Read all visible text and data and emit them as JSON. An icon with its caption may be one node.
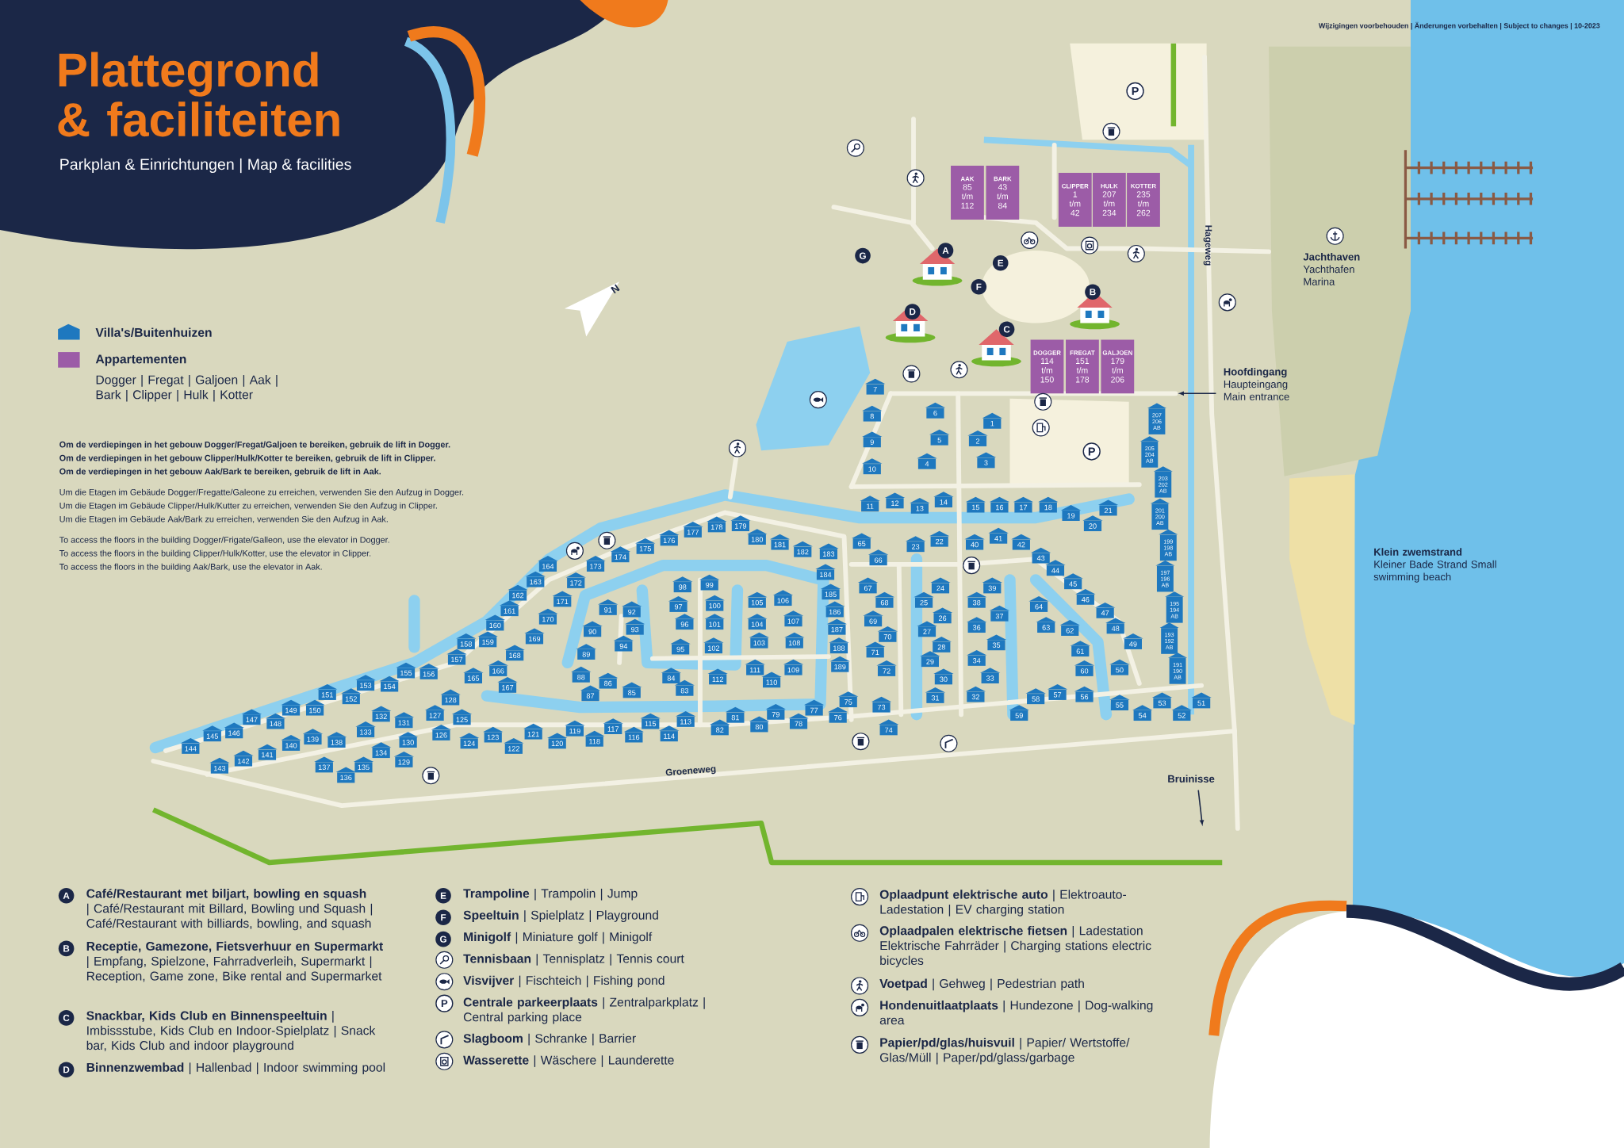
{
  "diagram": {
    "title": "Plattegrond & faciliteiten",
    "nodes": [
      {
        "text": [
          "AAK",
          "85 t/m 112"
        ]
      },
      {
        "text": [
          "BARK",
          "43 t/m 84"
        ]
      },
      {
        "text": [
          "CLIPPER",
          "1 t/m 42"
        ]
      },
      {
        "text": [
          "HULK",
          "207 t/m 234"
        ]
      },
      {
        "text": [
          "KOTTER",
          "235 t/m 262"
        ]
      },
      {
        "text": [
          "DOGGER",
          "114 t/m 150"
        ]
      },
      {
        "text": [
          "FREGAT",
          "151 t/m 178"
        ]
      },
      {
        "text": [
          "GALJOEN",
          "179 t/m 206"
        ]
      },
      {
        "text": [
          "1"
        ]
      },
      {
        "text": [
          "2"
        ]
      },
      {
        "text": [
          "3"
        ]
      },
      {
        "text": [
          "4"
        ]
      },
      {
        "text": [
          "5"
        ]
      },
      {
        "text": [
          "6"
        ]
      },
      {
        "text": [
          "7"
        ]
      },
      {
        "text": [
          "8"
        ]
      },
      {
        "text": [
          "9"
        ]
      },
      {
        "text": [
          "10"
        ]
      },
      {
        "text": [
          "11"
        ]
      },
      {
        "text": [
          "12"
        ]
      },
      {
        "text": [
          "13"
        ]
      },
      {
        "text": [
          "14"
        ]
      },
      {
        "text": [
          "15"
        ]
      },
      {
        "text": [
          "16"
        ]
      },
      {
        "text": [
          "17"
        ]
      },
      {
        "text": [
          "18"
        ]
      },
      {
        "text": [
          "19"
        ]
      },
      {
        "text": [
          "20"
        ]
      },
      {
        "text": [
          "21"
        ]
      },
      {
        "text": [
          "22"
        ]
      },
      {
        "text": [
          "23"
        ]
      },
      {
        "text": [
          "24"
        ]
      },
      {
        "text": [
          "25"
        ]
      },
      {
        "text": [
          "26"
        ]
      },
      {
        "text": [
          "27"
        ]
      },
      {
        "text": [
          "28"
        ]
      },
      {
        "text": [
          "29"
        ]
      },
      {
        "text": [
          "30"
        ]
      },
      {
        "text": [
          "31"
        ]
      },
      {
        "text": [
          "32"
        ]
      },
      {
        "text": [
          "33"
        ]
      },
      {
        "text": [
          "34"
        ]
      },
      {
        "text": [
          "35"
        ]
      },
      {
        "text": [
          "36"
        ]
      },
      {
        "text": [
          "37"
        ]
      },
      {
        "text": [
          "38"
        ]
      },
      {
        "text": [
          "39"
        ]
      },
      {
        "text": [
          "40"
        ]
      },
      {
        "text": [
          "41"
        ]
      },
      {
        "text": [
          "42"
        ]
      },
      {
        "text": [
          "43"
        ]
      },
      {
        "text": [
          "44"
        ]
      },
      {
        "text": [
          "45"
        ]
      },
      {
        "text": [
          "46"
        ]
      },
      {
        "text": [
          "47"
        ]
      },
      {
        "text": [
          "48"
        ]
      },
      {
        "text": [
          "49"
        ]
      },
      {
        "text": [
          "50"
        ]
      },
      {
        "text": [
          "51"
        ]
      },
      {
        "text": [
          "52"
        ]
      },
      {
        "text": [
          "53"
        ]
      },
      {
        "text": [
          "54"
        ]
      },
      {
        "text": [
          "55"
        ]
      },
      {
        "text": [
          "56"
        ]
      },
      {
        "text": [
          "57"
        ]
      },
      {
        "text": [
          "58"
        ]
      },
      {
        "text": [
          "59"
        ]
      },
      {
        "text": [
          "60"
        ]
      },
      {
        "text": [
          "61"
        ]
      },
      {
        "text": [
          "62"
        ]
      },
      {
        "text": [
          "63"
        ]
      },
      {
        "text": [
          "64"
        ]
      },
      {
        "text": [
          "65"
        ]
      },
      {
        "text": [
          "66"
        ]
      },
      {
        "text": [
          "67"
        ]
      },
      {
        "text": [
          "68"
        ]
      },
      {
        "text": [
          "69"
        ]
      },
      {
        "text": [
          "70"
        ]
      },
      {
        "text": [
          "71"
        ]
      },
      {
        "text": [
          "72"
        ]
      },
      {
        "text": [
          "73"
        ]
      },
      {
        "text": [
          "74"
        ]
      },
      {
        "text": [
          "75"
        ]
      },
      {
        "text": [
          "76"
        ]
      },
      {
        "text": [
          "77"
        ]
      },
      {
        "text": [
          "78"
        ]
      },
      {
        "text": [
          "79"
        ]
      },
      {
        "text": [
          "80"
        ]
      },
      {
        "text": [
          "81"
        ]
      },
      {
        "text": [
          "82"
        ]
      },
      {
        "text": [
          "83"
        ]
      },
      {
        "text": [
          "84"
        ]
      },
      {
        "text": [
          "85"
        ]
      },
      {
        "text": [
          "86"
        ]
      },
      {
        "text": [
          "87"
        ]
      },
      {
        "text": [
          "88"
        ]
      },
      {
        "text": [
          "89"
        ]
      },
      {
        "text": [
          "90"
        ]
      },
      {
        "text": [
          "91"
        ]
      },
      {
        "text": [
          "92"
        ]
      },
      {
        "text": [
          "93"
        ]
      },
      {
        "text": [
          "94"
        ]
      },
      {
        "text": [
          "95"
        ]
      },
      {
        "text": [
          "96"
        ]
      },
      {
        "text": [
          "97"
        ]
      },
      {
        "text": [
          "98"
        ]
      },
      {
        "text": [
          "99"
        ]
      },
      {
        "text": [
          "100"
        ]
      },
      {
        "text": [
          "101"
        ]
      },
      {
        "text": [
          "102"
        ]
      },
      {
        "text": [
          "103"
        ]
      },
      {
        "text": [
          "104"
        ]
      },
      {
        "text": [
          "105"
        ]
      },
      {
        "text": [
          "106"
        ]
      },
      {
        "text": [
          "107"
        ]
      },
      {
        "text": [
          "108"
        ]
      },
      {
        "text": [
          "109"
        ]
      },
      {
        "text": [
          "110"
        ]
      },
      {
        "text": [
          "111"
        ]
      },
      {
        "text": [
          "112"
        ]
      },
      {
        "text": [
          "113"
        ]
      },
      {
        "text": [
          "114"
        ]
      },
      {
        "text": [
          "115"
        ]
      },
      {
        "text": [
          "116"
        ]
      },
      {
        "text": [
          "117"
        ]
      },
      {
        "text": [
          "118"
        ]
      },
      {
        "text": [
          "119"
        ]
      },
      {
        "text": [
          "120"
        ]
      },
      {
        "text": [
          "121"
        ]
      },
      {
        "text": [
          "122"
        ]
      },
      {
        "text": [
          "123"
        ]
      },
      {
        "text": [
          "124"
        ]
      },
      {
        "text": [
          "125"
        ]
      },
      {
        "text": [
          "126"
        ]
      },
      {
        "text": [
          "127"
        ]
      },
      {
        "text": [
          "128"
        ]
      },
      {
        "text": [
          "129"
        ]
      },
      {
        "text": [
          "130"
        ]
      },
      {
        "text": [
          "131"
        ]
      },
      {
        "text": [
          "132"
        ]
      },
      {
        "text": [
          "133"
        ]
      },
      {
        "text": [
          "134"
        ]
      },
      {
        "text": [
          "135"
        ]
      },
      {
        "text": [
          "136"
        ]
      },
      {
        "text": [
          "137"
        ]
      },
      {
        "text": [
          "138"
        ]
      },
      {
        "text": [
          "139"
        ]
      },
      {
        "text": [
          "140"
        ]
      },
      {
        "text": [
          "141"
        ]
      },
      {
        "text": [
          "142"
        ]
      },
      {
        "text": [
          "143"
        ]
      },
      {
        "text": [
          "144"
        ]
      },
      {
        "text": [
          "145"
        ]
      },
      {
        "text": [
          "146"
        ]
      },
      {
        "text": [
          "147"
        ]
      },
      {
        "text": [
          "148"
        ]
      },
      {
        "text": [
          "149"
        ]
      },
      {
        "text": [
          "150"
        ]
      },
      {
        "text": [
          "151"
        ]
      },
      {
        "text": [
          "152"
        ]
      },
      {
        "text": [
          "153"
        ]
      },
      {
        "text": [
          "154"
        ]
      },
      {
        "text": [
          "155"
        ]
      },
      {
        "text": [
          "156"
        ]
      },
      {
        "text": [
          "157"
        ]
      },
      {
        "text": [
          "158"
        ]
      },
      {
        "text": [
          "159"
        ]
      },
      {
        "text": [
          "160"
        ]
      },
      {
        "text": [
          "161"
        ]
      },
      {
        "text": [
          "162"
        ]
      },
      {
        "text": [
          "163"
        ]
      },
      {
        "text": [
          "164"
        ]
      },
      {
        "text": [
          "165"
        ]
      },
      {
        "text": [
          "166"
        ]
      },
      {
        "text": [
          "167"
        ]
      },
      {
        "text": [
          "168"
        ]
      },
      {
        "text": [
          "169"
        ]
      },
      {
        "text": [
          "170"
        ]
      },
      {
        "text": [
          "171"
        ]
      },
      {
        "text": [
          "172"
        ]
      },
      {
        "text": [
          "173"
        ]
      },
      {
        "text": [
          "174"
        ]
      },
      {
        "text": [
          "175"
        ]
      },
      {
        "text": [
          "176"
        ]
      },
      {
        "text": [
          "177"
        ]
      },
      {
        "text": [
          "178"
        ]
      },
      {
        "text": [
          "179"
        ]
      },
      {
        "text": [
          "180"
        ]
      },
      {
        "text": [
          "181"
        ]
      },
      {
        "text": [
          "182"
        ]
      },
      {
        "text": [
          "183"
        ]
      },
      {
        "text": [
          "184"
        ]
      },
      {
        "text": [
          "185"
        ]
      },
      {
        "text": [
          "186"
        ]
      },
      {
        "text": [
          "187"
        ]
      },
      {
        "text": [
          "188"
        ]
      },
      {
        "text": [
          "189"
        ]
      },
      {
        "text": [
          "207 206 AB"
        ]
      },
      {
        "text": [
          "205 204 AB"
        ]
      },
      {
        "text": [
          "203 202 AB"
        ]
      },
      {
        "text": [
          "201 200 AB"
        ]
      },
      {
        "text": [
          "199 198 AB"
        ]
      },
      {
        "text": [
          "197 196 AB"
        ]
      },
      {
        "text": [
          "195 194 AB"
        ]
      },
      {
        "text": [
          "193 192 AB"
        ]
      },
      {
        "text": [
          "191 190 AB"
        ]
      }
    ],
    "labels": [
      "Parkplan & Einrichtungen | Map & facilities",
      "Wijzigingen voorbehouden | Änderungen vorbehalten | Subject to changes | 10-2023",
      "Dogger | Fregat | Galjoen | Aak | Bark | Clipper | Hulk | Kotter",
      "Om de verdiepingen in het gebouw Dogger/Fregat/Galjoen te bereiken, gebruik de lift in Dogger.",
      "Om de verdiepingen in het gebouw Clipper/Hulk/Kotter te bereiken, gebruik de lift in Clipper.",
      "Om de verdiepingen in het gebouw Aak/Bark te bereiken, gebruik de lift in Aak.",
      "Um die Etagen im Gebäude Dogger/Fregatte/Galeone zu erreichen, verwenden Sie den Aufzug in Dogger.",
      "Um die Etagen im Gebäude Clipper/Hulk/Kutter zu erreichen, verwenden Sie den Aufzug in Clipper.",
      "Um die Etagen im Gebäude Aak/Bark zu erreichen, verwenden Sie den Aufzug in Aak.",
      "To access the floors in the building Dogger/Frigate/Galleon, use the elevator in Dogger.",
      "To access the floors in the building Clipper/Hulk/Kotter, use the elevator in Clipper.",
      "To access the floors in the building Aak/Bark, use the elevator in Aak.",
      "Hageweg",
      "Groeneweg",
      "**Jachthaven** Yachthafen Marina",
      "**Hoofdingang** Haupteingang Main entrance",
      "**Klein zwemstrand** Kleiner Bade Strand Small swimming beach",
      "Bruinisse",
      "P",
      "P",
      "A",
      "B",
      "C",
      "D",
      "E",
      "F",
      "G",
      "A",
      "B",
      "C",
      "D",
      "E",
      "F",
      "G",
      "**Café/Restaurant met biljart, bowling en squash** | Café/Restaurant mit Billard, Bowling und Squash | Café/Restaurant with billiards, bowling, and squash",
      "**Receptie, Gamezone, Fietsverhuur en Supermarkt** | Empfang, Spielzone, Fahrradverleih, Supermarkt | Reception, Game zone, Bike rental and Supermarket",
      "**Snackbar, Kids Club en Binnenspeeltuin** | Imbissstube, Kids Club en Indoor-Spielplatz | Snack bar, Kids Club and indoor playground",
      "**Binnenzwembad** | Hallenbad | Indoor swimming pool",
      "**Trampoline** | Trampolin | Jump",
      "**Speeltuin** | Spielplatz | Playground",
      "**Minigolf** | Miniature golf | Minigolf",
      "**Tennisbaan** | Tennisplatz | Tennis court",
      "**Visvijver** | Fischteich | Fishing pond",
      "**Centrale parkeerplaats** | Zentralparkplatz | Central parking place",
      "**Slagboom** | Schranke | Barrier",
      "**Wasserette** | Wäschere | Launderette",
      "**Oplaadpunt elektrische auto** | Elektroauto-Ladestation | EV charging station",
      "**Oplaadpalen elektrische fietsen** | Ladestation Elektrische Fahrräder | Charging stations electric bicycles",
      "**Voetpad** | Gehweg | Pedestrian path",
      "**Hondenuitlaatplaats** | Hundezone | Dog-walking area",
      "**Papier/pd/glas/huisvuil** | Papier/ Wertstoffe/ Glas/Müll | Paper/pd/glass/garbage",
      "P",
      "N"
    ],
    "legend": [
      {
        "text": "Villa's/Buitenhuizen",
        "color": "#1e78bf"
      },
      {
        "text": "Appartementen",
        "color": "#9c5ca7"
      }
    ]
  }
}
